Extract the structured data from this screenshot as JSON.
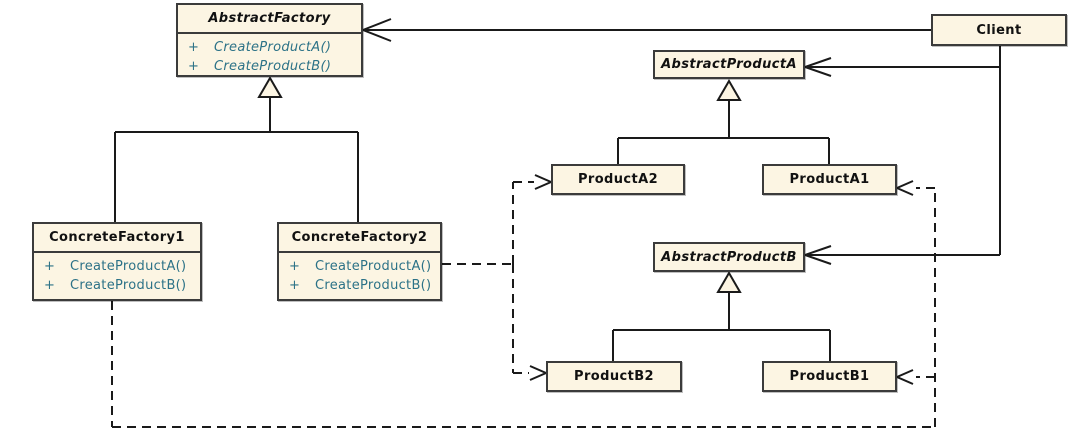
{
  "diagram": {
    "kind": "uml-class-diagram"
  },
  "colors": {
    "background": "#ffffff",
    "box_fill": "#fcf5e3",
    "box_border": "#3b3b3b",
    "title_text": "#111111",
    "method_text": "#2c7287",
    "line": "#1a1a1a"
  },
  "classes": {
    "abstract_factory": {
      "name": "AbstractFactory",
      "abstract": true,
      "methods": [
        {
          "visibility": "+",
          "signature": "CreateProductA()"
        },
        {
          "visibility": "+",
          "signature": "CreateProductB()"
        }
      ]
    },
    "client": {
      "name": "Client"
    },
    "abstract_product_a": {
      "name": "AbstractProductA",
      "abstract": true
    },
    "product_a2": {
      "name": "ProductA2"
    },
    "product_a1": {
      "name": "ProductA1"
    },
    "concrete_factory1": {
      "name": "ConcreteFactory1",
      "methods": [
        {
          "visibility": "+",
          "signature": "CreateProductA()"
        },
        {
          "visibility": "+",
          "signature": "CreateProductB()"
        }
      ]
    },
    "concrete_factory2": {
      "name": "ConcreteFactory2",
      "methods": [
        {
          "visibility": "+",
          "signature": "CreateProductA()"
        },
        {
          "visibility": "+",
          "signature": "CreateProductB()"
        }
      ]
    },
    "abstract_product_b": {
      "name": "AbstractProductB",
      "abstract": true
    },
    "product_b2": {
      "name": "ProductB2"
    },
    "product_b1": {
      "name": "ProductB1"
    }
  },
  "relationships": [
    {
      "type": "association",
      "from": "Client",
      "to": "AbstractFactory"
    },
    {
      "type": "association",
      "from": "Client",
      "to": "AbstractProductA"
    },
    {
      "type": "association",
      "from": "Client",
      "to": "AbstractProductB"
    },
    {
      "type": "generalization",
      "from": "ConcreteFactory1",
      "to": "AbstractFactory"
    },
    {
      "type": "generalization",
      "from": "ConcreteFactory2",
      "to": "AbstractFactory"
    },
    {
      "type": "generalization",
      "from": "ProductA2",
      "to": "AbstractProductA"
    },
    {
      "type": "generalization",
      "from": "ProductA1",
      "to": "AbstractProductA"
    },
    {
      "type": "generalization",
      "from": "ProductB2",
      "to": "AbstractProductB"
    },
    {
      "type": "generalization",
      "from": "ProductB1",
      "to": "AbstractProductB"
    },
    {
      "type": "dependency",
      "from": "ConcreteFactory2",
      "to": "ProductA2"
    },
    {
      "type": "dependency",
      "from": "ConcreteFactory2",
      "to": "ProductB2"
    },
    {
      "type": "dependency",
      "from": "ConcreteFactory1",
      "to": "ProductA1"
    },
    {
      "type": "dependency",
      "from": "ConcreteFactory1",
      "to": "ProductB1"
    }
  ]
}
